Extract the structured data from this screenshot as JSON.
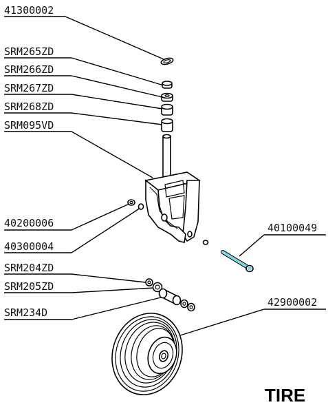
{
  "title": "TIRE",
  "labels": {
    "p41300002": "41300002",
    "srm265zd": "SRM265ZD",
    "srm266zd": "SRM266ZD",
    "srm267zd": "SRM267ZD",
    "srm268zd": "SRM268ZD",
    "srm095vd": "SRM095VD",
    "p40200006": "40200006",
    "p40300004": "40300004",
    "p40100049": "40100049",
    "srm204zd": "SRM204ZD",
    "srm205zd": "SRM205ZD",
    "srm234d": "SRM234D",
    "p42900002": "42900002"
  },
  "colors": {
    "highlight_pin": "#7fd3e6"
  }
}
